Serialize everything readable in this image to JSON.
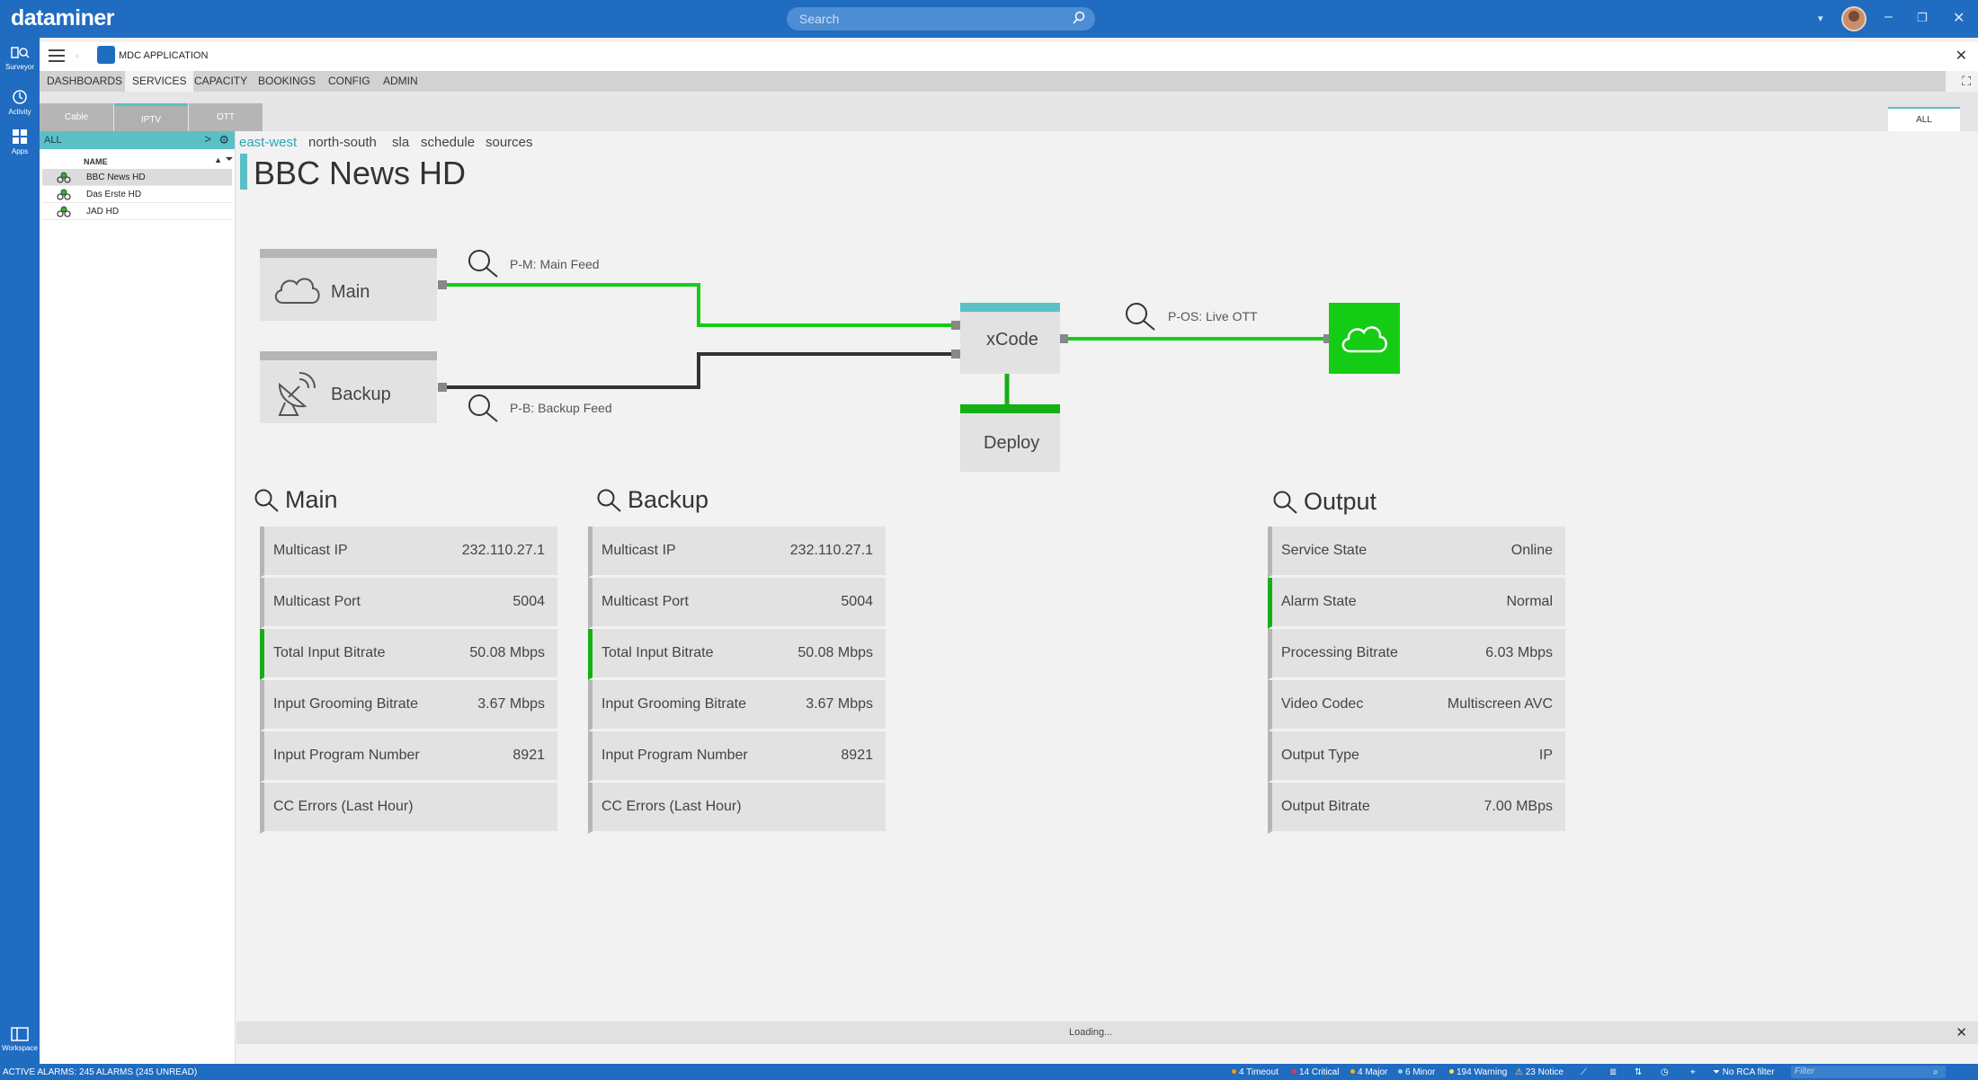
{
  "app": {
    "brand": "dataminer",
    "search_placeholder": "Search",
    "title": "MDC APPLICATION"
  },
  "rail": {
    "surveyor": "Surveyor",
    "activity": "Activity",
    "apps": "Apps",
    "workspace": "Workspace"
  },
  "nav": {
    "tabs": [
      "DASHBOARDS",
      "SERVICES",
      "CAPACITY",
      "BOOKINGS",
      "CONFIG",
      "ADMIN"
    ],
    "active": "SERVICES"
  },
  "subtabs": {
    "items": [
      "Cable",
      "IPTV",
      "OTT"
    ],
    "active": "IPTV",
    "all": "ALL"
  },
  "services": {
    "filter_label": "ALL",
    "column_name": "NAME",
    "items": [
      "BBC News HD",
      "Das Erste HD",
      "JAD HD"
    ],
    "selected": "BBC News HD"
  },
  "main": {
    "tabs": [
      "east-west",
      "north-south",
      "sla",
      "schedule",
      "sources"
    ],
    "active_tab": "east-west",
    "service_title": "BBC News HD"
  },
  "diagram": {
    "main_node": "Main",
    "backup_node": "Backup",
    "xcode_node": "xCode",
    "deploy_node": "Deploy",
    "main_feed": "P-M: Main Feed",
    "backup_feed": "P-B: Backup Feed",
    "output_feed": "P-OS: Live OTT",
    "colors": {
      "active": "#15cc15",
      "inactive": "#333333",
      "accent": "#5bc0c6"
    }
  },
  "panels": {
    "main": {
      "title": "Main",
      "rows": [
        {
          "k": "Multicast IP",
          "v": "232.110.27.1"
        },
        {
          "k": "Multicast Port",
          "v": "5004"
        },
        {
          "k": "Total Input Bitrate",
          "v": "50.08 Mbps"
        },
        {
          "k": "Input Grooming Bitrate",
          "v": "3.67 Mbps"
        },
        {
          "k": "Input Program Number",
          "v": "8921"
        },
        {
          "k": "CC Errors (Last Hour)",
          "v": ""
        }
      ]
    },
    "backup": {
      "title": "Backup",
      "rows": [
        {
          "k": "Multicast IP",
          "v": "232.110.27.1"
        },
        {
          "k": "Multicast Port",
          "v": "5004"
        },
        {
          "k": "Total Input Bitrate",
          "v": "50.08 Mbps"
        },
        {
          "k": "Input Grooming Bitrate",
          "v": "3.67 Mbps"
        },
        {
          "k": "Input Program Number",
          "v": "8921"
        },
        {
          "k": "CC Errors (Last Hour)",
          "v": ""
        }
      ]
    },
    "output": {
      "title": "Output",
      "rows": [
        {
          "k": "Service State",
          "v": "Online"
        },
        {
          "k": "Alarm State",
          "v": "Normal"
        },
        {
          "k": "Processing Bitrate",
          "v": "6.03 Mbps"
        },
        {
          "k": "Video Codec",
          "v": "Multiscreen AVC"
        },
        {
          "k": "Output Type",
          "v": "IP"
        },
        {
          "k": "Output Bitrate",
          "v": "7.00 MBps"
        }
      ]
    }
  },
  "loading": "Loading...",
  "status": {
    "alarms": "ACTIVE ALARMS: 245 ALARMS (245 UNREAD)",
    "timeout": "4 Timeout",
    "critical": "14 Critical",
    "major": "4 Major",
    "minor": "6 Minor",
    "warning": "194 Warning",
    "notice": "23 Notice",
    "rca": "No RCA filter",
    "filter_placeholder": "Filter",
    "colors": {
      "timeout": "#ff9900",
      "critical": "#ff3030",
      "major": "#ffb000",
      "minor": "#8fd0ff",
      "warning": "#ffe14d"
    }
  }
}
